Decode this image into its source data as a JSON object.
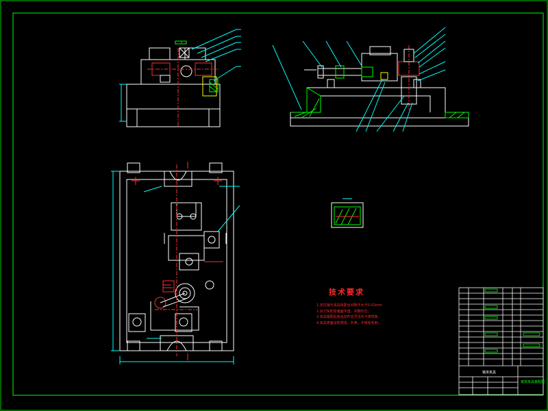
{
  "drawing": {
    "colors": {
      "background": "#000000",
      "frame": "#00ff00",
      "outline": "#ffffff",
      "hidden": "#ffff00",
      "dimension": "#00ffff",
      "center": "#ff3030",
      "hatch": "#00ff00",
      "notes": "#ff2a2a"
    }
  },
  "technical_requirements": {
    "title": "技术要求",
    "items": [
      "1.定位销与夹具体配合间隙不大于0.02mm",
      "2.对刀块的安装面平直，间隙均匀。",
      "3.夹具装配后各运动件应灵活无卡滞现象。",
      "4.夹具表面涂防锈漆，外表，不得有毛刺。"
    ]
  },
  "title_block": {
    "part_name": "铣床夹具",
    "drawing_label": "铣床夹具装配图"
  }
}
